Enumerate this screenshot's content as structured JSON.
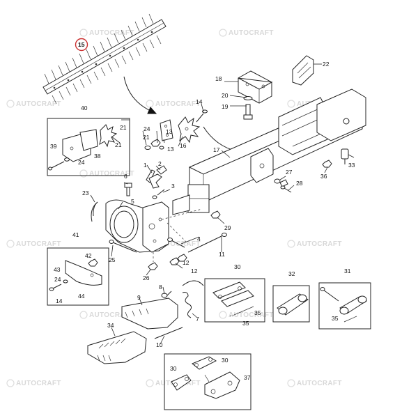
{
  "watermark": "AUTOCRAFT",
  "highlighted_callout": "15",
  "callouts": {
    "c1": "1",
    "c2": "2",
    "c3": "3",
    "c4": "4",
    "c5": "5",
    "c6": "6",
    "c7": "7",
    "c8": "8",
    "c9": "9",
    "c10": "10",
    "c11": "11",
    "c12a": "12",
    "c12b": "12",
    "c13": "13",
    "c14a": "14",
    "c14b": "14",
    "c15": "15",
    "c16": "16",
    "c17": "17",
    "c18": "18",
    "c19": "19",
    "c20": "20",
    "c21a": "21",
    "c21b": "21",
    "c22": "22",
    "c23": "23",
    "c24a": "24",
    "c24b": "24",
    "c25": "25",
    "c26": "26",
    "c27": "27",
    "c28": "28",
    "c29": "29",
    "c30a": "30",
    "c30b": "30",
    "c30c": "30",
    "c31": "31",
    "c32": "32",
    "c33": "33",
    "c34": "34",
    "c35a": "35",
    "c35b": "35",
    "c36": "36",
    "c37": "37",
    "c38": "38",
    "c39": "39",
    "c40": "40",
    "c41": "41",
    "c42": "42",
    "c43": "43",
    "c44": "44"
  }
}
